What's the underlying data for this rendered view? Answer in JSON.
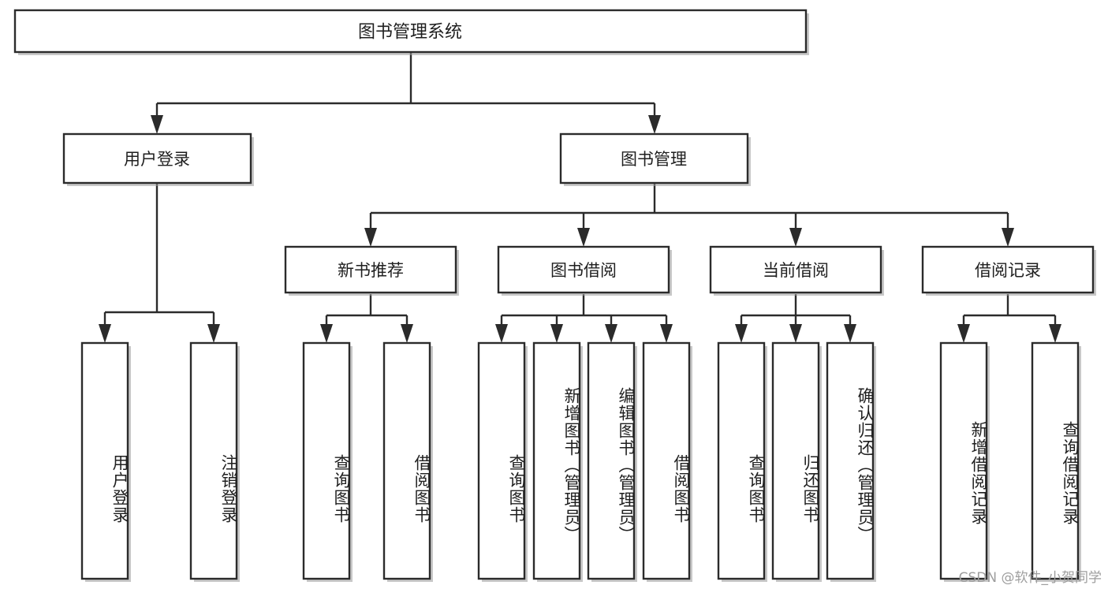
{
  "diagram": {
    "type": "tree",
    "title": "图书管理系统",
    "watermark": "CSDN @软件_小贺同学",
    "colors": {
      "stroke": "#2b2b2b",
      "fill": "#ffffff",
      "text": "#1f1f1f",
      "watermark": "#9e9e9e"
    },
    "root": {
      "label": "图书管理系统"
    },
    "level2": [
      {
        "label": "用户登录"
      },
      {
        "label": "图书管理"
      }
    ],
    "level3": [
      {
        "label": "新书推荐"
      },
      {
        "label": "图书借阅"
      },
      {
        "label": "当前借阅"
      },
      {
        "label": "借阅记录"
      }
    ],
    "leaves": {
      "user_login": [
        {
          "label": "用户登录"
        },
        {
          "label": "注销登录"
        }
      ],
      "new_book": [
        {
          "label": "查询图书"
        },
        {
          "label": "借阅图书"
        }
      ],
      "book_borrow": [
        {
          "label": "查询图书"
        },
        {
          "label": "新增图书（管理员）"
        },
        {
          "label": "编辑图书（管理员）"
        },
        {
          "label": "借阅图书"
        }
      ],
      "current_borrow": [
        {
          "label": "查询图书"
        },
        {
          "label": "归还图书"
        },
        {
          "label": "确认归还（管理员）"
        }
      ],
      "borrow_record": [
        {
          "label": "新增借阅记录"
        },
        {
          "label": "查询借阅记录"
        }
      ]
    }
  }
}
